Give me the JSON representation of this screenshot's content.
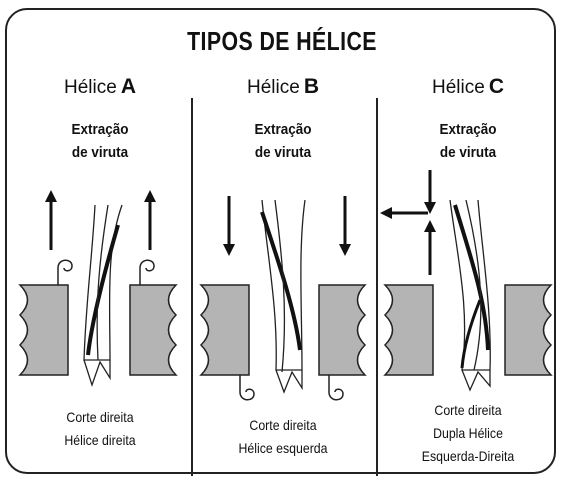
{
  "title": "TIPOS DE HÉLICE",
  "panels": [
    {
      "word": "Hélice",
      "letter": "A",
      "chip_line1": "Extração",
      "chip_line2": "de viruta",
      "caption_lines": [
        "Corte direita",
        "Hélice direita"
      ]
    },
    {
      "word": "Hélice",
      "letter": "B",
      "chip_line1": "Extração",
      "chip_line2": "de viruta",
      "caption_lines": [
        "Corte direita",
        "Hélice esquerda"
      ]
    },
    {
      "word": "Hélice",
      "letter": "C",
      "chip_line1": "Extração",
      "chip_line2": "de viruta",
      "caption_lines": [
        "Corte direita",
        "Dupla Hélice",
        "Esquerda-Direita"
      ]
    }
  ],
  "colors": {
    "workpiece": "#b4b4b4",
    "outline": "#222222"
  }
}
